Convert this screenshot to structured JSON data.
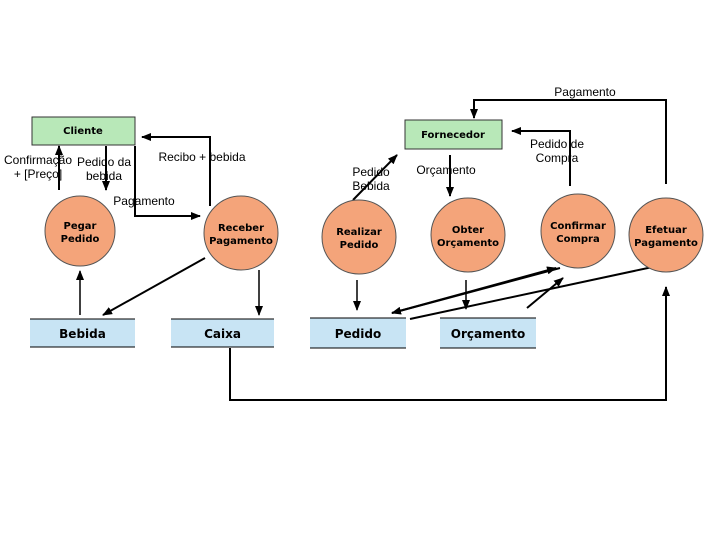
{
  "entities": [
    {
      "id": "cliente",
      "label": "Cliente"
    },
    {
      "id": "fornecedor",
      "label": "Fornecedor"
    }
  ],
  "processes": [
    {
      "id": "pegar",
      "lines": [
        "Pegar",
        "Pedido"
      ]
    },
    {
      "id": "receber",
      "lines": [
        "Receber",
        "Pagamento"
      ]
    },
    {
      "id": "realizar",
      "lines": [
        "Realizar",
        "Pedido"
      ]
    },
    {
      "id": "obter",
      "lines": [
        "Obter",
        "Orçamento"
      ]
    },
    {
      "id": "confirmar",
      "lines": [
        "Confirmar",
        "Compra"
      ]
    },
    {
      "id": "efetuar",
      "lines": [
        "Efetuar",
        "Pagamento"
      ]
    }
  ],
  "stores": [
    {
      "id": "bebida",
      "label": "Bebida"
    },
    {
      "id": "caixa",
      "label": "Caixa"
    },
    {
      "id": "pedido",
      "label": "Pedido"
    },
    {
      "id": "orcamento",
      "label": "Orçamento"
    }
  ],
  "flow_labels": {
    "confirmacao": [
      "Confirmação",
      "+ [Preço]"
    ],
    "pedido_bebida_cliente": [
      "Pedido da",
      "bebida"
    ],
    "recibo": [
      "Recibo + bebida"
    ],
    "pagamento_cliente": [
      "Pagamento"
    ],
    "pedido_bebida_forn": [
      "Pedido",
      "Bebida"
    ],
    "orcamento": [
      "Orçamento"
    ],
    "pedido_compra": [
      "Pedido de",
      "Compra"
    ],
    "pagamento_forn": [
      "Pagamento"
    ]
  },
  "colors": {
    "entity_fill": "#b8e8b8",
    "process_fill": "#f4a47a",
    "store_fill": "#c8e4f4",
    "line": "#000000"
  }
}
